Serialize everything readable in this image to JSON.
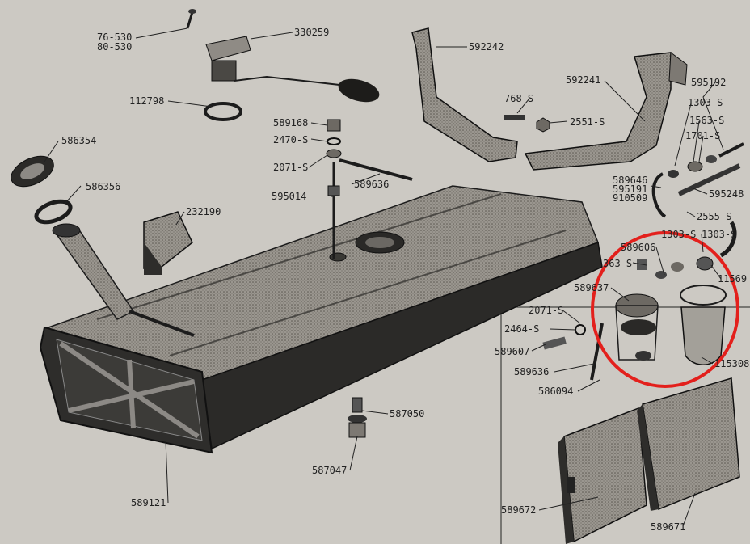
{
  "labels": [
    {
      "text": "76-530"
    },
    {
      "text": "80-530"
    },
    {
      "text": "330259"
    },
    {
      "text": "112798"
    },
    {
      "text": "592242"
    },
    {
      "text": "592241"
    },
    {
      "text": "768-S"
    },
    {
      "text": "2551-S"
    },
    {
      "text": "595192"
    },
    {
      "text": "1303-S"
    },
    {
      "text": "1563-S"
    },
    {
      "text": "1701-S"
    },
    {
      "text": "589168"
    },
    {
      "text": "2470-S"
    },
    {
      "text": "2071-S"
    },
    {
      "text": "589636"
    },
    {
      "text": "595014"
    },
    {
      "text": "586354"
    },
    {
      "text": "586356"
    },
    {
      "text": "232190"
    },
    {
      "text": "589646"
    },
    {
      "text": "595191"
    },
    {
      "text": "910509"
    },
    {
      "text": "595248"
    },
    {
      "text": "2555-S"
    },
    {
      "text": "1303-S"
    },
    {
      "text": "1303-S"
    },
    {
      "text": "589606"
    },
    {
      "text": "363-S"
    },
    {
      "text": "589637"
    },
    {
      "text": "11569"
    },
    {
      "text": "2071-S"
    },
    {
      "text": "2464-S"
    },
    {
      "text": "589607"
    },
    {
      "text": "589636"
    },
    {
      "text": "586094"
    },
    {
      "text": "115308"
    },
    {
      "text": "587050"
    },
    {
      "text": "587047"
    },
    {
      "text": "589121"
    },
    {
      "text": "589672"
    },
    {
      "text": "589671"
    }
  ],
  "colors": {
    "paper": "#ccc9c3",
    "ink": "#1c1c1c",
    "highlight": "#e3201c"
  }
}
